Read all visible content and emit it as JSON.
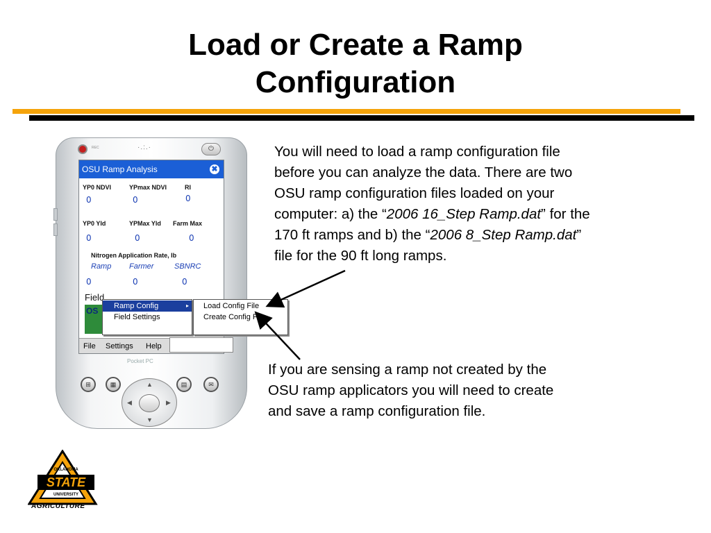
{
  "slide": {
    "title_line1": "Load or Create a Ramp",
    "title_line2": "Configuration",
    "desc1": {
      "l1": "You will need to load a ramp configuration file",
      "l2": "before you can analyze the data.  There are two",
      "l3": "OSU ramp configuration files loaded on your",
      "l4a": "computer: a) the “",
      "l4b": "2006 16_Step Ramp.dat",
      "l4c": "” for the",
      "l5a": "170 ft ramps and b) the “",
      "l5b": "2006 8_Step Ramp.dat",
      "l5c": "”",
      "l6": "file for the 90 ft long ramps."
    },
    "desc2": {
      "l1": "If you are sensing a ramp not created by the",
      "l2": "OSU ramp applicators you will need to create",
      "l3": "and save a ramp configuration file."
    },
    "colors": {
      "orange_rule": "#f5a30a",
      "title_bar": "#1b5fd6",
      "menu_selected": "#1b3f9e",
      "logo_orange": "#f5a30a"
    }
  },
  "device": {
    "rec_label": "REC",
    "brand": "Pocket PC",
    "icons": [
      "record-icon",
      "speaker-icon",
      "power-icon",
      "start-icon",
      "calendar-icon",
      "contacts-icon",
      "inbox-icon",
      "dpad-icon"
    ]
  },
  "app": {
    "title": "OSU Ramp Analysis",
    "close_glyph": "✖",
    "row1_labels": [
      "YP0 NDVI",
      "YPmax NDVI",
      "RI"
    ],
    "row1_values": [
      "0",
      "0",
      "0"
    ],
    "row2_labels": [
      "YP0 Yld",
      "YPMax Yld",
      "Farm Max"
    ],
    "row2_values": [
      "0",
      "0",
      "0"
    ],
    "row3_header": "Nitrogen  Application  Rate, lb",
    "row3_subs": [
      "Ramp",
      "Farmer",
      "SBNRC"
    ],
    "row3_values": [
      "0",
      "0",
      "0"
    ],
    "field_label": "Field",
    "field_partial": "OS",
    "menubar": [
      "File",
      "Settings",
      "Help"
    ],
    "menu": {
      "ramp_config": "Ramp Config",
      "field_settings": "Field Settings",
      "arrow": "▸"
    },
    "submenu": {
      "load": "Load Config File",
      "create": "Create Config File"
    }
  },
  "logo": {
    "line1": "OKLAHOMA",
    "line2": "STATE",
    "line3": "UNIVERSITY",
    "text": "AGRICULTURE"
  }
}
